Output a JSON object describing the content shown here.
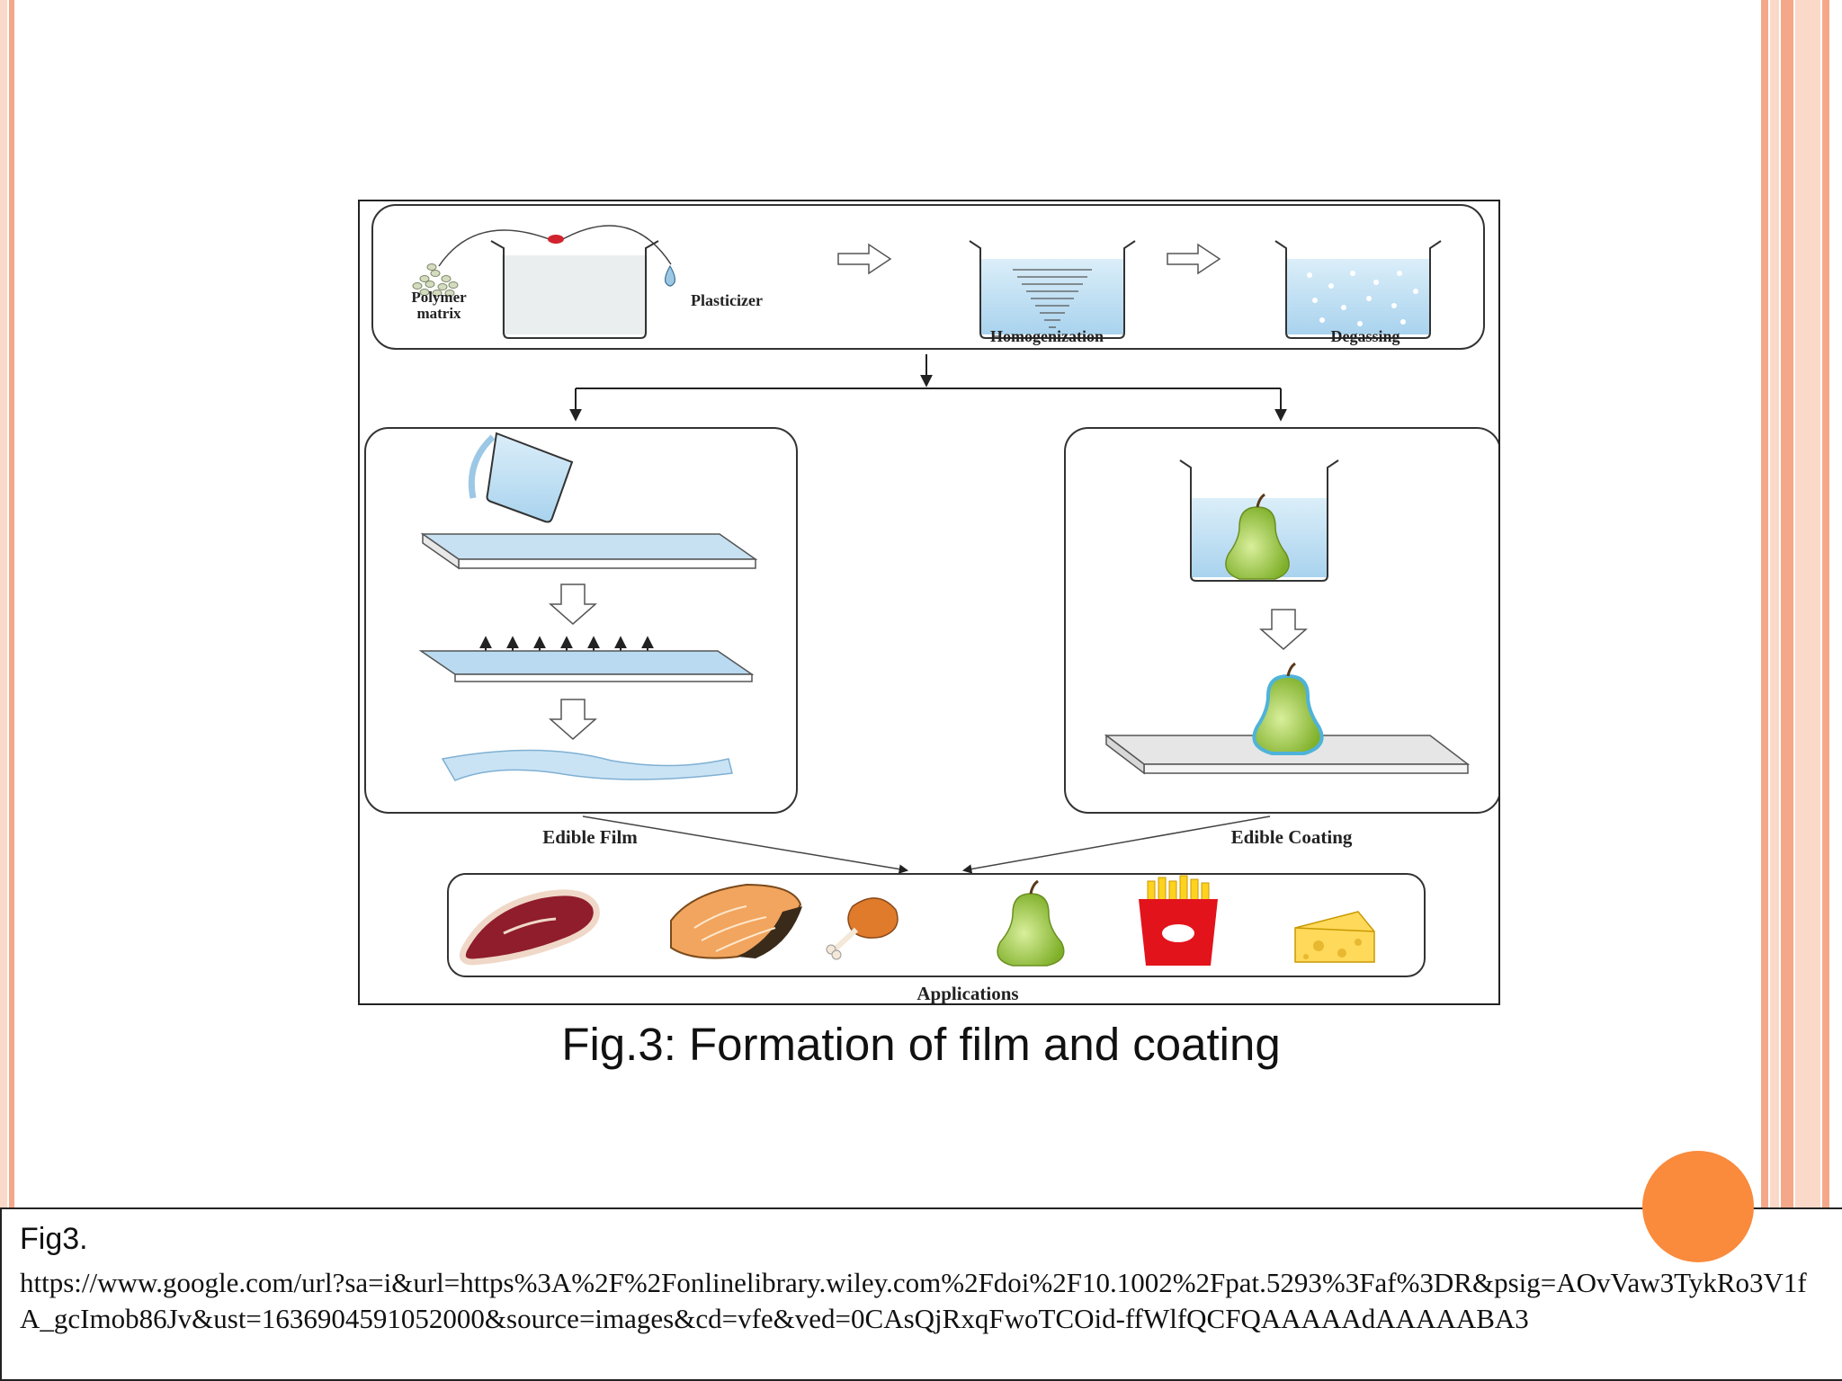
{
  "colors": {
    "stripe_dark": "#f4a889",
    "stripe_light": "#fbd9c8",
    "accent_circle": "#fa8a3c",
    "liquid": "#cfe6f5",
    "pear": "#9ccc3a"
  },
  "figure": {
    "labels": {
      "polymer_line1": "Polymer",
      "polymer_line2": "matrix",
      "plasticizer": "Plasticizer",
      "homogenization": "Homogenization",
      "degassing": "Degassing",
      "edible_film": "Edible Film",
      "edible_coating": "Edible Coating",
      "applications": "Applications"
    },
    "application_icons": [
      "meat-steak-icon",
      "fish-fillet-icon",
      "chicken-leg-icon",
      "pear-icon",
      "french-fries-icon",
      "cheese-icon"
    ]
  },
  "caption": "Fig.3: Formation of film and coating",
  "footer": {
    "title": "Fig3.",
    "url": "https://www.google.com/url?sa=i&url=https%3A%2F%2Fonlinelibrary.wiley.com%2Fdoi%2F10.1002%2Fpat.5293%3Faf%3DR&psig=AOvVaw3TykRo3V1fA_gcImob86Jv&ust=1636904591052000&source=images&cd=vfe&ved=0CAsQjRxqFwoTCOid-ffWlfQCFQAAAAAdAAAAABA3"
  }
}
